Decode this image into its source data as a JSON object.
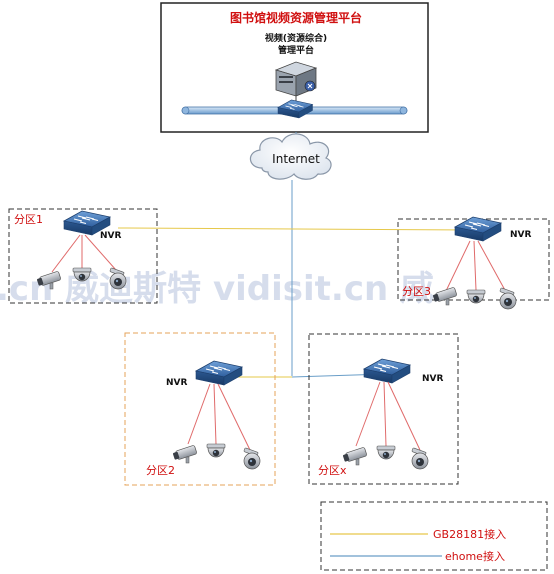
{
  "platform": {
    "title": "图书馆视频资源管理平台",
    "subtitle_line1": "视频(资源综合)",
    "subtitle_line2": "管理平台"
  },
  "cloud_label": "Internet",
  "nvr_label": "NVR",
  "zones": [
    {
      "label": "分区1"
    },
    {
      "label": "分区3"
    },
    {
      "label": "分区2"
    },
    {
      "label": "分区x"
    }
  ],
  "legend": {
    "gb_label": "GB28181接入",
    "ehome_label": "ehome接入"
  },
  "watermark": ".cn 威迪斯特 vidisit.cn 威",
  "colors": {
    "gb_line": "#e6c84a",
    "ehome_line": "#6a9ec8",
    "camera_wire": "#e06a6a",
    "zone2_border": "#e5a35a"
  }
}
